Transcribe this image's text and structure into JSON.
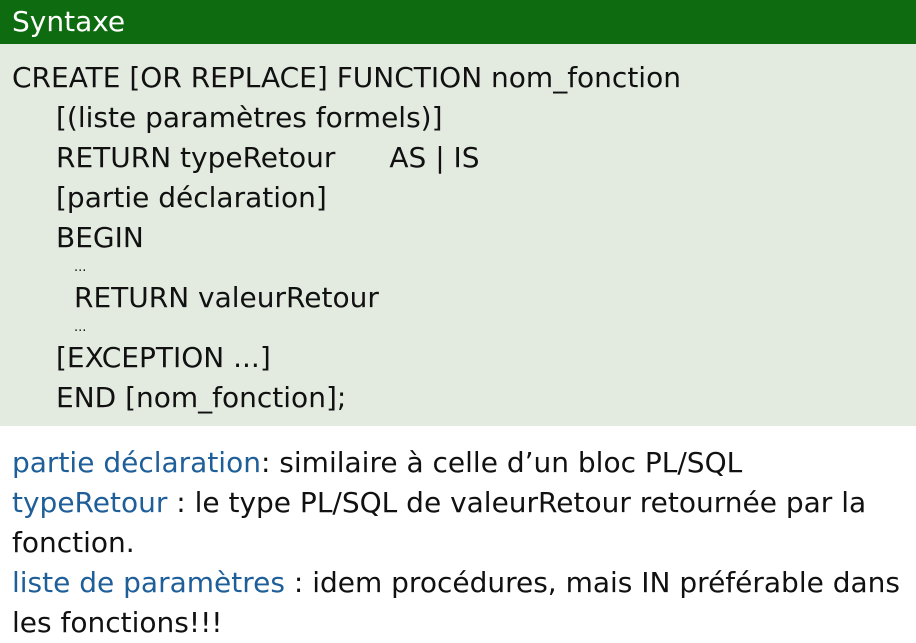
{
  "block": {
    "title": "Syntaxe"
  },
  "code": {
    "line1": "CREATE [OR REPLACE] FUNCTION nom_fonction",
    "line2": "[(liste paramètres formels)]",
    "line3_left": "RETURN typeRetour",
    "line3_right": "AS | IS",
    "line4": "[partie déclaration]",
    "line5": "BEGIN",
    "dots1": "...",
    "line6": "RETURN valeurRetour",
    "dots2": "...",
    "line7": "[EXCEPTION ...]",
    "line8": "END [nom_fonction];"
  },
  "notes": [
    {
      "term": "partie déclaration",
      "text": ": similaire à celle d’un bloc PL/SQL"
    },
    {
      "term": "typeRetour",
      "text": " : le type PL/SQL de valeurRetour retournée par la fonction."
    },
    {
      "term": "liste de paramètres",
      "text": " : idem procédures, mais IN préférable dans les fonctions!!!"
    }
  ],
  "colors": {
    "header_background": "#0f6b0f",
    "header_text": "#ffffff",
    "block_background": "#e3ebe0",
    "term_color": "#1f5f99"
  }
}
